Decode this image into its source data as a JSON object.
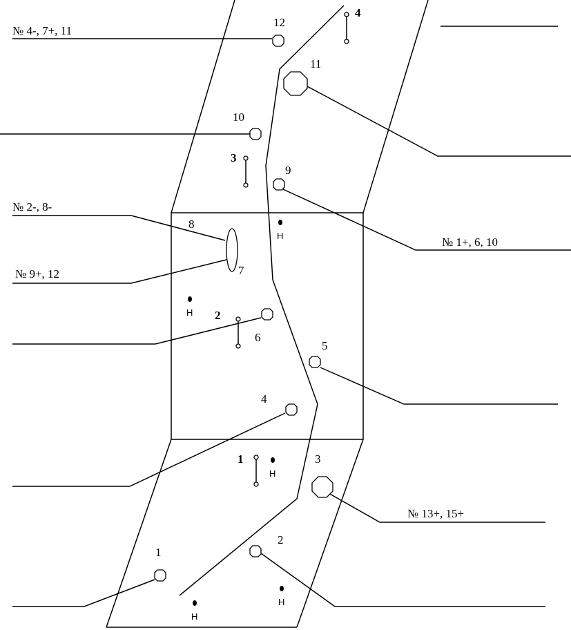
{
  "callouts": {
    "n4_7_11": "№  4-, 7+, 11",
    "n2_8": "№  2-, 8-",
    "n9_12": "№  9+, 12",
    "n1_6_10": "№  1+, 6, 10",
    "n13_15": "№  13+, 15+"
  },
  "points": [
    "1",
    "2",
    "3",
    "4",
    "5",
    "6",
    "7",
    "8",
    "9",
    "10",
    "11",
    "12"
  ],
  "markers": [
    "1",
    "2",
    "3",
    "4"
  ],
  "h_label": "Н"
}
